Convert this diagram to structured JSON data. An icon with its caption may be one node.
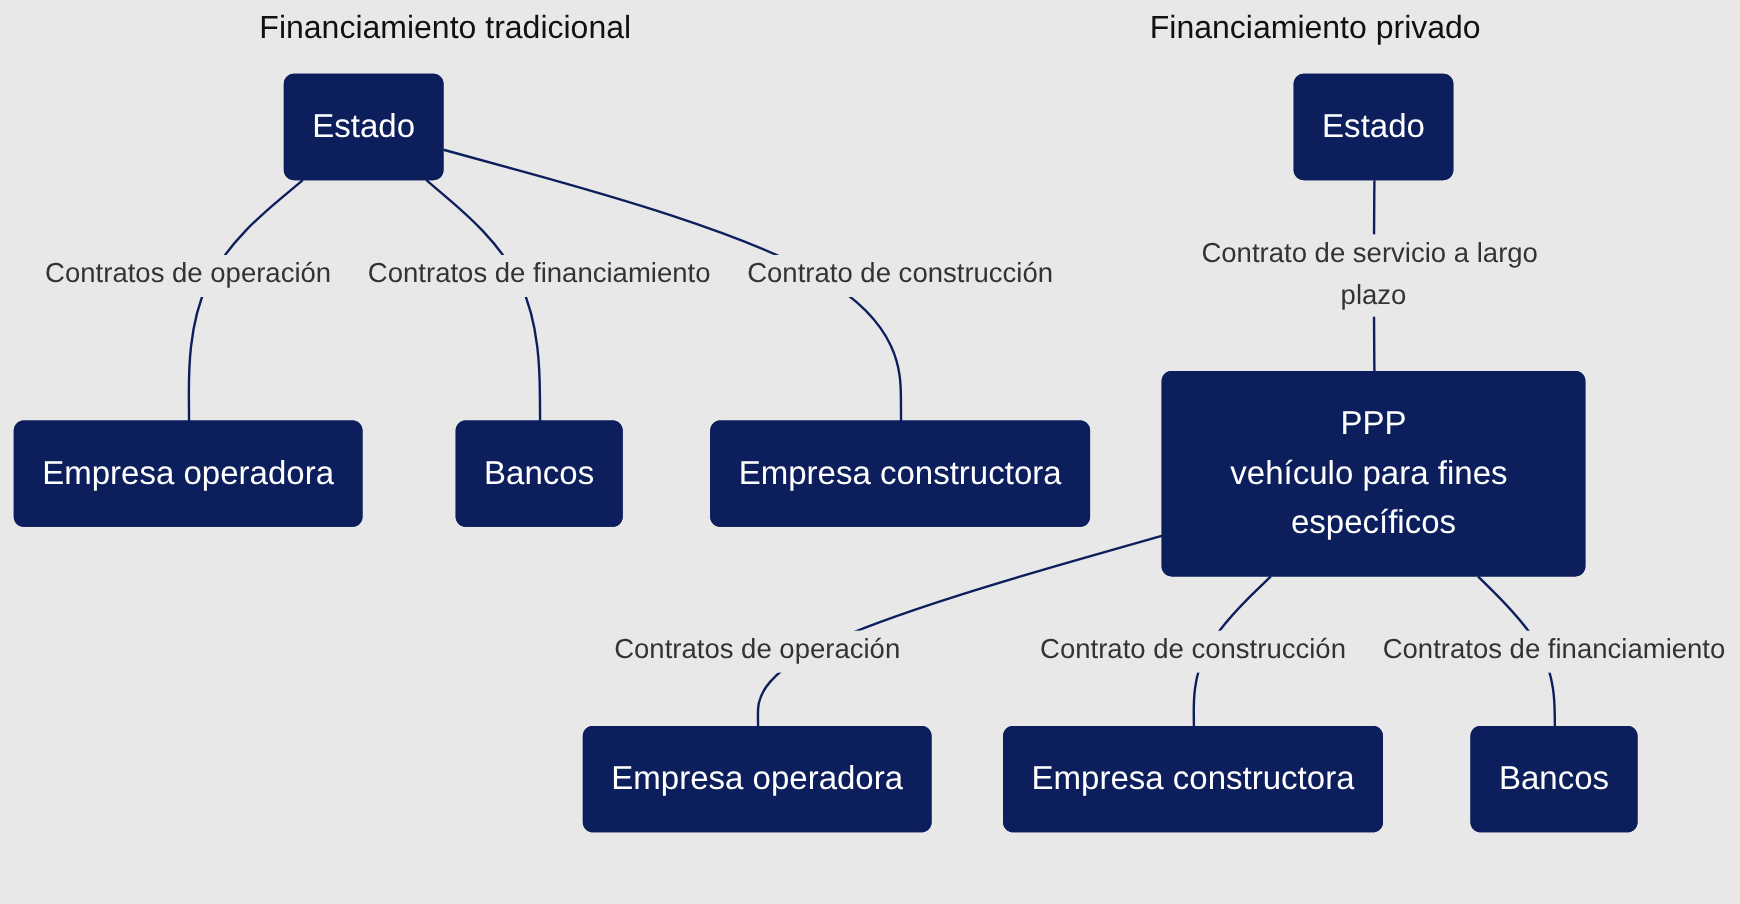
{
  "diagram": {
    "nodes": [
      {
        "text": [
          "Estado"
        ]
      },
      {
        "text": [
          "Empresa operadora"
        ]
      },
      {
        "text": [
          "Bancos"
        ]
      },
      {
        "text": [
          "Empresa constructora"
        ]
      },
      {
        "text": [
          "Estado"
        ]
      },
      {
        "text": [
          "PPP",
          "vehículo para fines específicos"
        ]
      },
      {
        "text": [
          "Empresa operadora"
        ]
      },
      {
        "text": [
          "Empresa constructora"
        ]
      },
      {
        "text": [
          "Bancos"
        ]
      }
    ],
    "edges": [
      {
        "from": 0,
        "to": 1,
        "arrow": "none",
        "label": "Contratos de operación"
      },
      {
        "from": 0,
        "to": 3,
        "arrow": "none",
        "label": "Contrato de construcción"
      },
      {
        "from": 0,
        "to": 2,
        "arrow": "none",
        "label": "Contratos de financiamiento"
      },
      {
        "from": 4,
        "to": 5,
        "arrow": "none",
        "label": "Contrato de servicio a largo plazo"
      },
      {
        "from": 5,
        "to": 6,
        "arrow": "none",
        "label": "Contratos de operación"
      },
      {
        "from": 5,
        "to": 7,
        "arrow": "none",
        "label": "Contrato de construcción"
      },
      {
        "from": 5,
        "to": 8,
        "arrow": "none",
        "label": "Contratos de financiamiento"
      }
    ],
    "labels": [
      "Financiamiento tradicional",
      "Financiamiento privado"
    ]
  }
}
